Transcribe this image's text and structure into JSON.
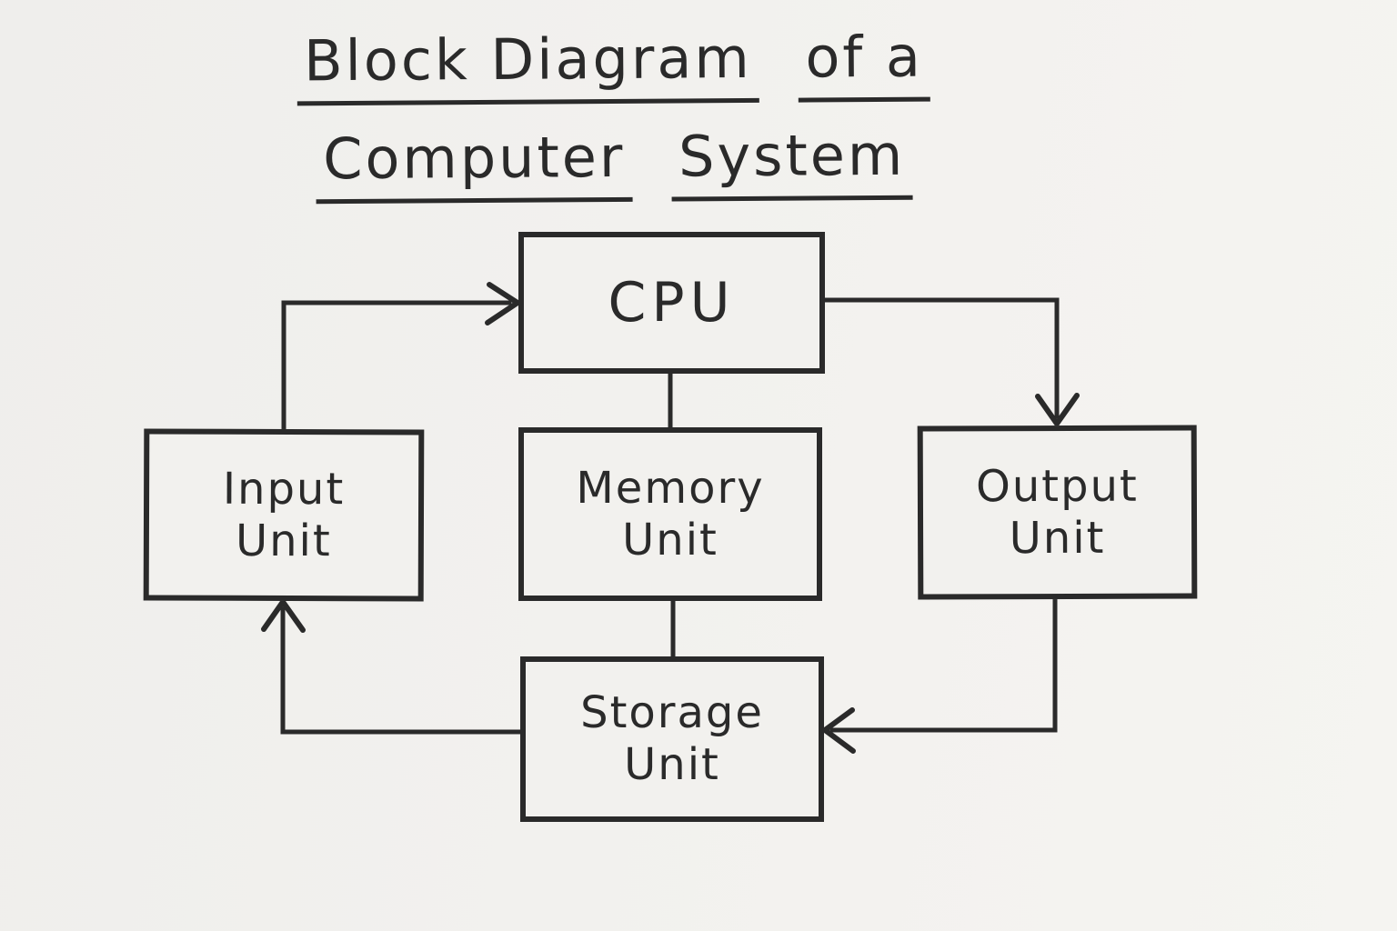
{
  "title": {
    "line1": [
      "Block Diagram",
      "of a"
    ],
    "line2": [
      "Computer",
      "System"
    ]
  },
  "nodes": {
    "cpu": {
      "label": "CPU"
    },
    "input": {
      "label": "Input\nUnit"
    },
    "memory": {
      "label": "Memory\nUnit"
    },
    "output": {
      "label": "Output\nUnit"
    },
    "storage": {
      "label": "Storage\nUnit"
    }
  },
  "edges": [
    {
      "from": "Input Unit",
      "to": "CPU",
      "style": "arrow"
    },
    {
      "from": "CPU",
      "to": "Output Unit",
      "style": "arrow"
    },
    {
      "from": "CPU",
      "to": "Memory Unit",
      "style": "line"
    },
    {
      "from": "Memory Unit",
      "to": "Storage Unit",
      "style": "line"
    },
    {
      "from": "Output Unit",
      "to": "Storage Unit",
      "style": "arrow"
    },
    {
      "from": "Storage Unit",
      "to": "Input Unit",
      "style": "arrow"
    }
  ],
  "colors": {
    "ink": "#2a2a2a",
    "paper": "#f2f1ee"
  }
}
